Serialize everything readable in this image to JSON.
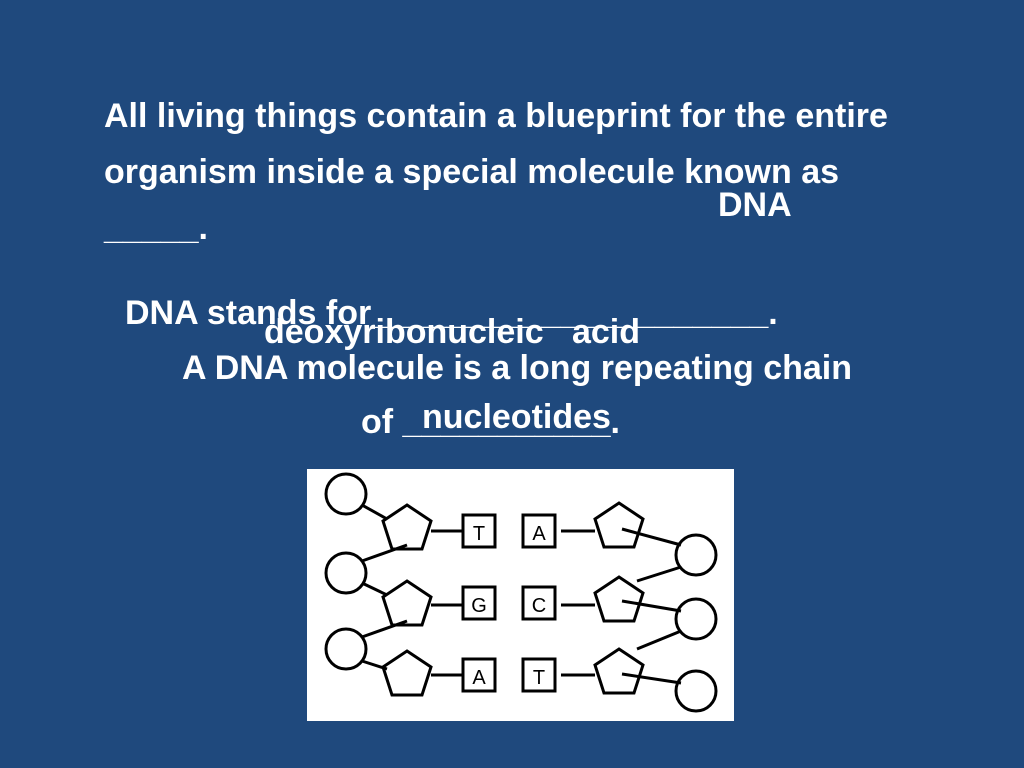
{
  "slide": {
    "paragraph1": "All living things contain a blueprint for the entire organism inside a special molecule known as _____.",
    "answer1": "DNA",
    "line2": "DNA stands for_____________________.",
    "answer2": "deoxyribonucleic   acid",
    "line3": "A DNA molecule is a long repeating chain",
    "line4": "of ___________.",
    "answer3": "nucleotides"
  },
  "diagram": {
    "pairs": [
      {
        "left": "T",
        "right": "A"
      },
      {
        "left": "G",
        "right": "C"
      },
      {
        "left": "A",
        "right": "T"
      }
    ]
  },
  "colors": {
    "background": "#1f497d",
    "text": "#ffffff",
    "diagram_bg": "#ffffff",
    "diagram_stroke": "#000000"
  }
}
